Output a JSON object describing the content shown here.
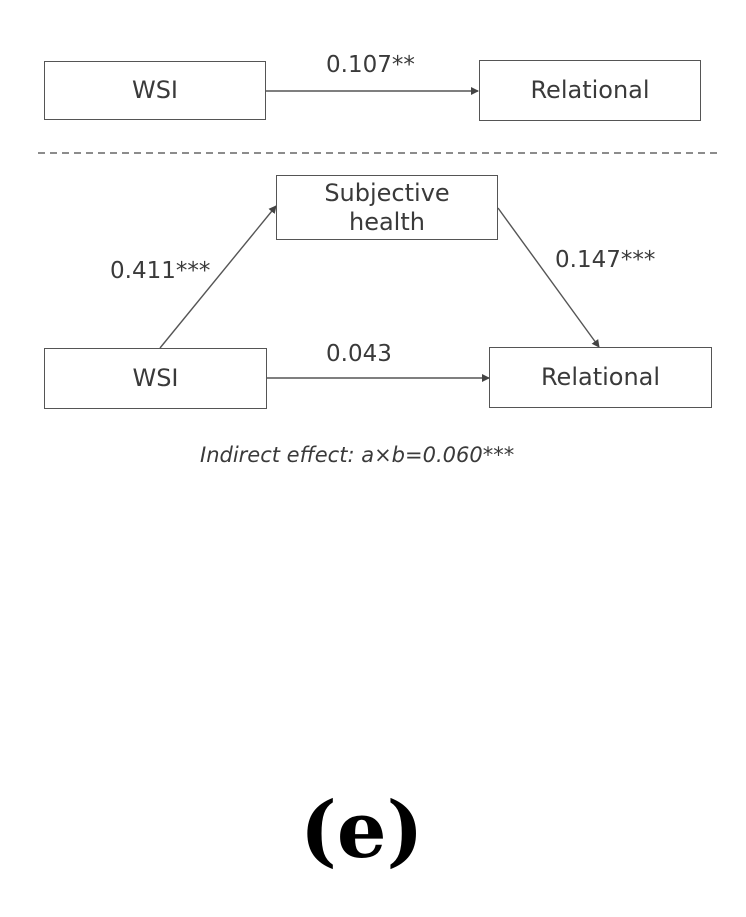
{
  "top_model": {
    "source_label": "WSI",
    "target_label": "Relational",
    "path_coef": "0.107**"
  },
  "bottom_model": {
    "source_label": "WSI",
    "mediator_label_line1": "Subjective",
    "mediator_label_line2": "health",
    "target_label": "Relational",
    "path_a": "0.411***",
    "path_b": "0.147***",
    "path_c_prime": "0.043",
    "indirect_effect": "Indirect effect: a×b=0.060***"
  },
  "panel_label": "(e)"
}
